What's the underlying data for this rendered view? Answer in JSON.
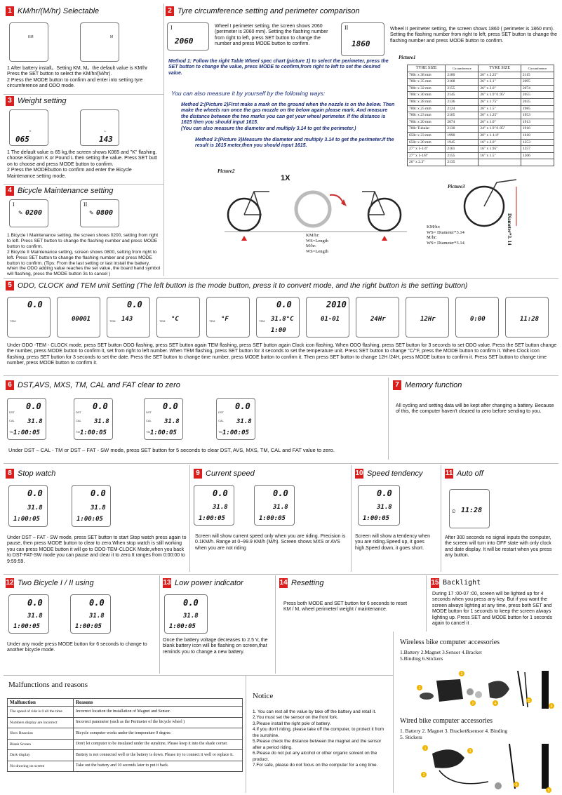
{
  "s1": {
    "num": "1",
    "title": "KM/hr/(M/hr) Selectable",
    "lcd1": "KM",
    "lcd2": "M",
    "text": "1 After battery install。Setting KM, M。the default value is KM/hr Press the SET button to select the KM/hr/(M/hr).\n2  Press the MODE button to confirm and enter into setting tyre circumference and ODO mode."
  },
  "s2": {
    "num": "2",
    "title": "Tyre circumference setting and perimeter comparison",
    "lcd1": {
      "roman": "I",
      "value": "2060"
    },
    "lcd2": {
      "roman": "II",
      "value": "1860"
    },
    "text1": "Wheel I perimeter setting, the screen shows 2060 (perimeter is 2060 mm). Setting the flashing number from right to left, press SET button to change the number and press MODE button to confirm.",
    "text2": "Wheel II perimeter setting, the screen shows 1860 ( perimeter is 1860 mm). Setting the flashing number from right to left, press SET button to change the flashing number and press MODE button to confirm.",
    "method1": "Method 1: Follow the right Table Wheel spec chart (picture 1) to select the perimeter, press the  SET button to change the value, press MODE to confirm,from right to left to set the desired value.",
    "measure": "You can also measure it by yourself by the following ways:",
    "method2": "Method 2:(Picture 2)First make a mark on the ground when the nozzle is on the below. Then make the wheels run once the gas mozzle on the below again please mark. And measure the distance between the two marks you can get your wheel perimeter. If the distance is 1615 then you should input 1615.\n(You can also measure the diameter and multiply 3.14 to get the perimeter.)",
    "method3": "Method 3:(Picture 3)Measure the diameter and multiply 3.14 to get the perimeter.If the result is 1615 meter,then you should input 1615.",
    "picture1": "Picture1",
    "picture2": "Picture2",
    "picture3": "Picture3",
    "onex": "1X",
    "p2label": "KM/hr:\nWS=Length\nM/hr:\nWS=Length",
    "p3label": "KM/hr:\nWS= Diameter*3.14\nM/hr:\nWS= Diameter*3.14",
    "diameter": "Diameter*3. 14",
    "table": {
      "headers": [
        "TYRE SIZE",
        "Circumference",
        "TYRE SIZE",
        "Circumference"
      ],
      "rows": [
        [
          "700c x 38 mm",
          "2180",
          "26\" x 2.25\"",
          "2115"
        ],
        [
          "700c x 35 mm",
          "2168",
          "26\" x 2.1\"",
          "2095"
        ],
        [
          "700c x 32 mm",
          "2155",
          "26\" x 2.0\"",
          "2074"
        ],
        [
          "700c x 30 mm",
          "2145",
          "26\" x 1.9\"/1.95\"",
          "2055"
        ],
        [
          "700c x 28 mm",
          "2136",
          "26\" x 1.75\"",
          "2035"
        ],
        [
          "700c x 25 mm",
          "2124",
          "26\" x 1.5\"",
          "1985"
        ],
        [
          "700c x 23 mm",
          "2105",
          "26\" x 1.25\"",
          "1953"
        ],
        [
          "700c x 20 mm",
          "2074",
          "26\" x 1.0\"",
          "1913"
        ],
        [
          "700c Tubular",
          "2130",
          "24\" x 1.9\"/1.95\"",
          "1916"
        ],
        [
          "650c x 23 mm",
          "1990",
          "20\" x 1-1/4\"",
          "1618"
        ],
        [
          "650c x 20 mm",
          "1945",
          "16\" x 2.0\"",
          "1253"
        ],
        [
          "27\" x 1-1/4\"",
          "2161",
          "16\" x 1.95\"",
          "1257"
        ],
        [
          "27\" x 1-1/8\"",
          "2155",
          "16\" x 1.5\"",
          "1206"
        ],
        [
          "26\" x 2.3\"",
          "2135",
          "",
          ""
        ]
      ]
    }
  },
  "s3": {
    "num": "3",
    "title": "Weight setting",
    "lcd1": {
      "unit": "K",
      "value": "065"
    },
    "lcd2": {
      "unit": "L",
      "value": "143"
    },
    "text": "1 The default value is 65 kg,the screen shows K065 and \"K\" flashing. choose Kilogram K or Pound L then setting the value. Press SET butt on to choose and press MODE button to confirm.\n2  Press the MODEbutton to confirm and enter the Bicycle Maintenance setting mode."
  },
  "s4": {
    "num": "4",
    "title": "Bicycle Maintenance setting",
    "lcd1": {
      "roman": "I",
      "value": "0200"
    },
    "lcd2": {
      "roman": "II",
      "value": "0800"
    },
    "text": "1 Bicycle I Maintenance setting, the screen shows 0200, setting from right to left. Press SET button to change the flashing number and press MODE button to confirm.\n2 Bicycle II Maintenance setting, screen shows 0800, setting from right to left. Press SET button to change the flashing number and press MODE button to confirm. (Tips: From the last setting or last install the battery, when the ODO adding value reaches the set value, the board hand symbol will flashing, press the  MODE button 3s to cancel )"
  },
  "s5": {
    "num": "5",
    "title": "ODO, CLOCK and TEM unit Setting  (The left button is the mode button, press it to convert mode, and the right button is the setting button)",
    "screens": [
      {
        "top": "0.0",
        "mid": "",
        "tem": "TEM",
        "bot": ""
      },
      {
        "top": "",
        "mid": "00001",
        "tem": "",
        "bot": ""
      },
      {
        "top": "0.0",
        "mid": "143",
        "tem": "TEM",
        "bot": ""
      },
      {
        "top": "",
        "mid": "°C",
        "tem": "TEM",
        "bot": ""
      },
      {
        "top": "",
        "mid": "°F",
        "tem": "TEM",
        "bot": ""
      },
      {
        "top": "0.0",
        "mid": "31.8°C",
        "tem": "TEM",
        "bot": "1:00"
      },
      {
        "top": "2010",
        "mid": "01-01",
        "tem": "",
        "bot": ""
      },
      {
        "top": "",
        "mid": "24Hr",
        "tem": "",
        "bot": ""
      },
      {
        "top": "",
        "mid": "12Hr",
        "tem": "",
        "bot": ""
      },
      {
        "top": "",
        "mid": "0:00",
        "tem": "",
        "bot": ""
      },
      {
        "top": "",
        "mid": "11:28",
        "tem": "",
        "bot": ""
      }
    ],
    "text": "Under ODO -TEM - CLOCK mode, press SET button ODO flashing, press SET button again TEM flashing, press SET button again Clock icon flashing. When ODO flashing, press SET button for 3 seconds to set ODO value. Press the SET button change the number, press MODE button to confirm it, set from right to left number. When TEM flashing, press SET button for 3 seconds to set the temperature unit. Press SET button to change °C/°F, press the MODE button to confirm it. When Clock icon flashing, press SET button for 3 seconds to set the date. Press the SET button to change time number, press MODE button to confirm it. Then press SET button to change 12H /24H, press MODE button to confirm it. Press SET button to change time number, press MODE button to confirm it."
  },
  "s6": {
    "num": "6",
    "title": "DST,AVS, MXS, TM, CAL and FAT clear to zero",
    "text": "Under DST – CAL - TM or DST – FAT - SW mode, press SET button for 5 seconds to clear DST, AVS, MXS, TM, CAL and FAT value to zero.",
    "lcd": {
      "top": "0.0",
      "mid": "31.8",
      "bot": "1:00:05",
      "dst": "DST",
      "cal": "CAL",
      "tm": "TM"
    }
  },
  "s7": {
    "num": "7",
    "title": "Memory function",
    "text": "All cycling and setting data will be kept after changing a battery. Because of this, the computer haven't cleared to zero before sending to you."
  },
  "s8": {
    "num": "8",
    "title": "Stop watch",
    "text": "Under DST – FAT - SW mode, press SET button to start Stop watch press again to pause, then press MODE button to clear to zero.When stop watch is still working you can press MODE button it will go to ODO-TEM-CLOCK Mode,when you back to DST-FAT-SW mode you can pause and clear it to zero.It ranges from 0:00:00 to 9:59:59."
  },
  "s9": {
    "num": "9",
    "title": "Current speed",
    "text": "Screen will show current speed only when you are riding. Precision is 0.1KM/h. Range at 0~99.9 KM/h (M/h). Screen shows MXS or AVS when you are not riding"
  },
  "s10": {
    "num": "10",
    "title": "Speed tendency",
    "text": "Screen will show a tendency when you are riding.Speed up, it goes high.Speed down, it goes short."
  },
  "s11": {
    "num": "11",
    "title": "Auto off",
    "clock": "11:28",
    "text": "After 300 seconds no signal inputs the computer, the screen will turn into OFF state with only clock and date display. It will be restart when you press any button."
  },
  "s12": {
    "num": "12",
    "title": "Two Bicycle I / II using",
    "text": "Under any mode press MODE button for 6 seconds to change to another bicycle mode."
  },
  "s13": {
    "num": "13",
    "title": "Low power indicator",
    "text": "Once the battery voltage decreases to 2.5 V, the blank battery icon will be flashing on screen,that reminds you to change a new battery."
  },
  "s14": {
    "num": "14",
    "title": "Resetting",
    "text": "Press both MODE and SET button for 6 seconds to reset KM / M, wheel perimeter/ weight / maintenance."
  },
  "s15": {
    "num": "15",
    "title": "Backlight",
    "text": "During 17 :00-07 :00, screen will be lighted up for 4 seconds when you press any key. But if you want the screen always lighting at any time, press both SET and MODE button for 1 seconds to keep the screen always lighting up. Press SET and MODE button for 1 seconds again to cancel it ."
  },
  "acc1": {
    "title": "Wireless bike computer accessories",
    "items": "1.Battery   2.Magnet  3.Sensor  4.Bracket\n5.Binding  6.Stickers",
    "markers": [
      "1",
      "2",
      "3",
      "4",
      "5",
      "6"
    ]
  },
  "acc2": {
    "title": "Wired bike computer accessories",
    "items": "1. Battery   2. Magnet  3. Bracket&sensor  4. Binding\n5. Stickers",
    "markers": [
      "1",
      "2",
      "3",
      "4",
      "5"
    ]
  },
  "malf": {
    "title": "Malfunctions and reasons",
    "headers": [
      "Malfunction",
      "Reasons"
    ],
    "rows": [
      [
        "The speed of ride is 0 all the time",
        "Incorrect location the installation of Magnet and Sensor."
      ],
      [
        "Numbers display are incorrect",
        "Incorrect parameter (such as the Perimeter of the bicycle wheel )"
      ],
      [
        "Slow Reaction",
        "Bicycle computer works under the temperature 0 degree."
      ],
      [
        "Blank Screen",
        "Don't let computer to be insulated under the sunshine, Please keep it into the shade corner."
      ],
      [
        "Dark display",
        "Battery is not connected well or the battery is down. Please try to connect it well or replace it."
      ],
      [
        "No drawing on screen",
        "Take out the battery and 10 seconds later to put it back."
      ]
    ]
  },
  "notice": {
    "title": "Notice",
    "text": "1. You can rest all the value by take off the battery and retall it.\n2.You must set the sensor on the front fork.\n3.Please install the right pole of battery.\n4.If you don't riding, please take off the computer, to protect it from the sunshine.\n5.Please check the distance between the magnet and the sensor after a period riding.\n6.Please do not put any alcohol or other  organic solvent on the product.\n7.For  safe, please do not focus on the computer for a ong time."
  }
}
